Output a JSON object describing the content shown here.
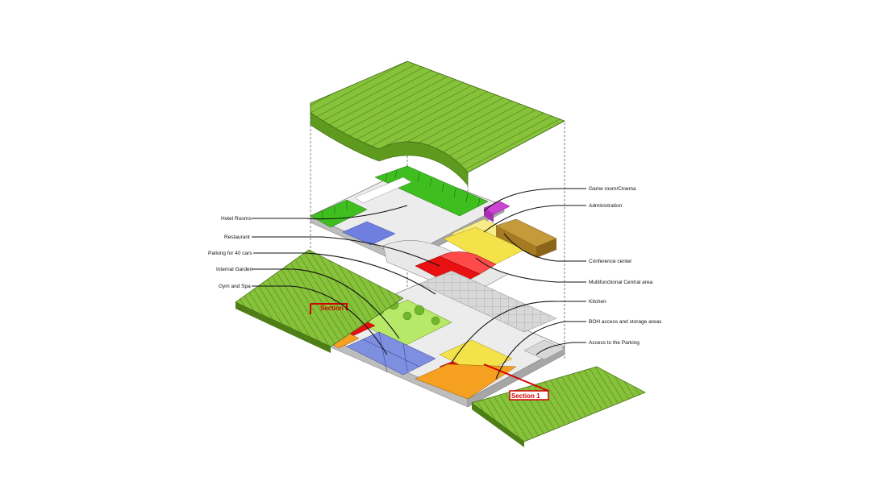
{
  "labels": {
    "left": {
      "hotel_rooms": "Hotel Rooms",
      "restaurant": "Restaurant",
      "parking": "Parking for 40 cars",
      "internal_garden": "Internal Garden",
      "gym_spa": "Gym and Spa"
    },
    "right": {
      "game_room": "Game room/Cinema",
      "administration": "Administration",
      "conference": "Conference center",
      "central_area": "Multifunctional Central area",
      "kitchen": "Kitchen",
      "boh": "BOH access and storage areas",
      "access_parking": "Access to the Parking"
    }
  },
  "sections": {
    "left": "Section 1",
    "right": "Section 1"
  },
  "colors": {
    "green_roof": "#7cbc2c",
    "hotel_green": "#3fbf1f",
    "restaurant_red": "#e81010",
    "central_yellow": "#f4e24a",
    "conference_brown": "#a0782a",
    "game_magenta": "#cc44d4",
    "gym_blue": "#7f8fe0",
    "orange_boh": "#f5a020",
    "section_red": "#d40000"
  }
}
